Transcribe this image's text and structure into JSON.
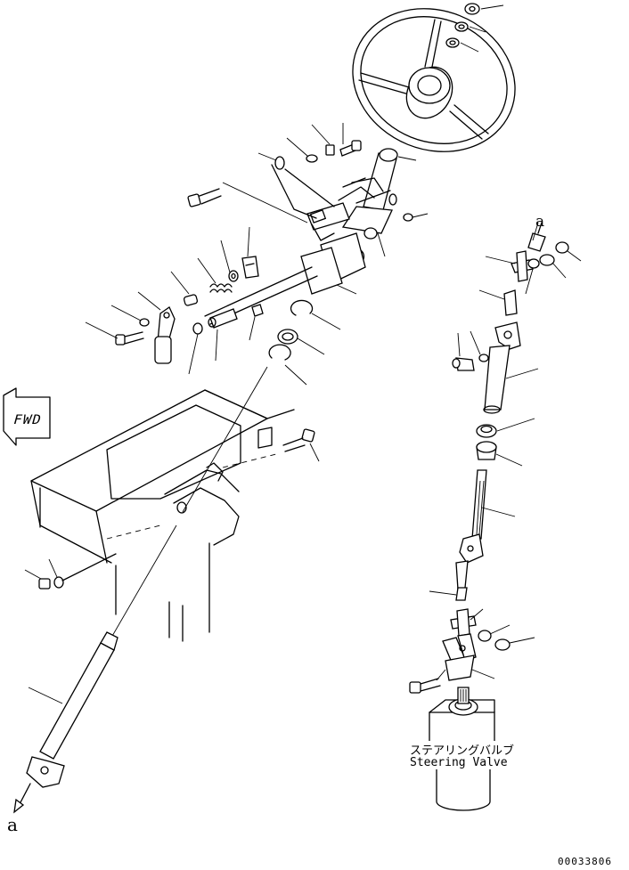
{
  "labels": {
    "direction": "FWD",
    "ref_top": "a",
    "ref_bottom": "a",
    "valve_jp": "ステアリングバルブ",
    "valve_en": "Steering Valve",
    "drawing_number": "00033806"
  }
}
